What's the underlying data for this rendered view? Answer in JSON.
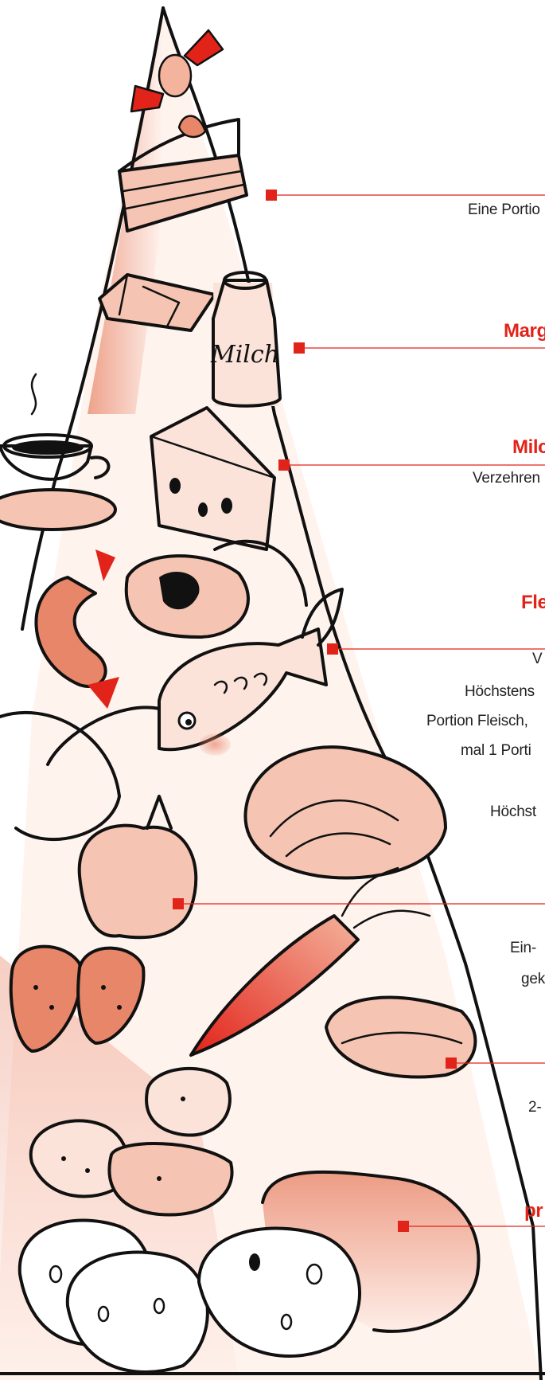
{
  "illustration": {
    "milk_carton_lettering": "Milch",
    "accent_color": "#e2231a",
    "shade_color": "#e8866a"
  },
  "labels": [
    {
      "id": "cake",
      "lines": [
        "Eine Portio"
      ]
    },
    {
      "id": "margarine",
      "heading": "Marg"
    },
    {
      "id": "milk",
      "heading": "Milc",
      "lines": [
        "Verzehren"
      ]
    },
    {
      "id": "meat",
      "heading": "Fle",
      "lines": [
        "V",
        "Höchstens",
        "Portion Fleisch,",
        "mal 1 Porti",
        "Höchst"
      ]
    },
    {
      "id": "fruit",
      "lines": [
        "Ein-",
        "gek"
      ]
    },
    {
      "id": "legumes",
      "lines": [
        "2-"
      ]
    },
    {
      "id": "bread",
      "heading": "pr"
    }
  ]
}
